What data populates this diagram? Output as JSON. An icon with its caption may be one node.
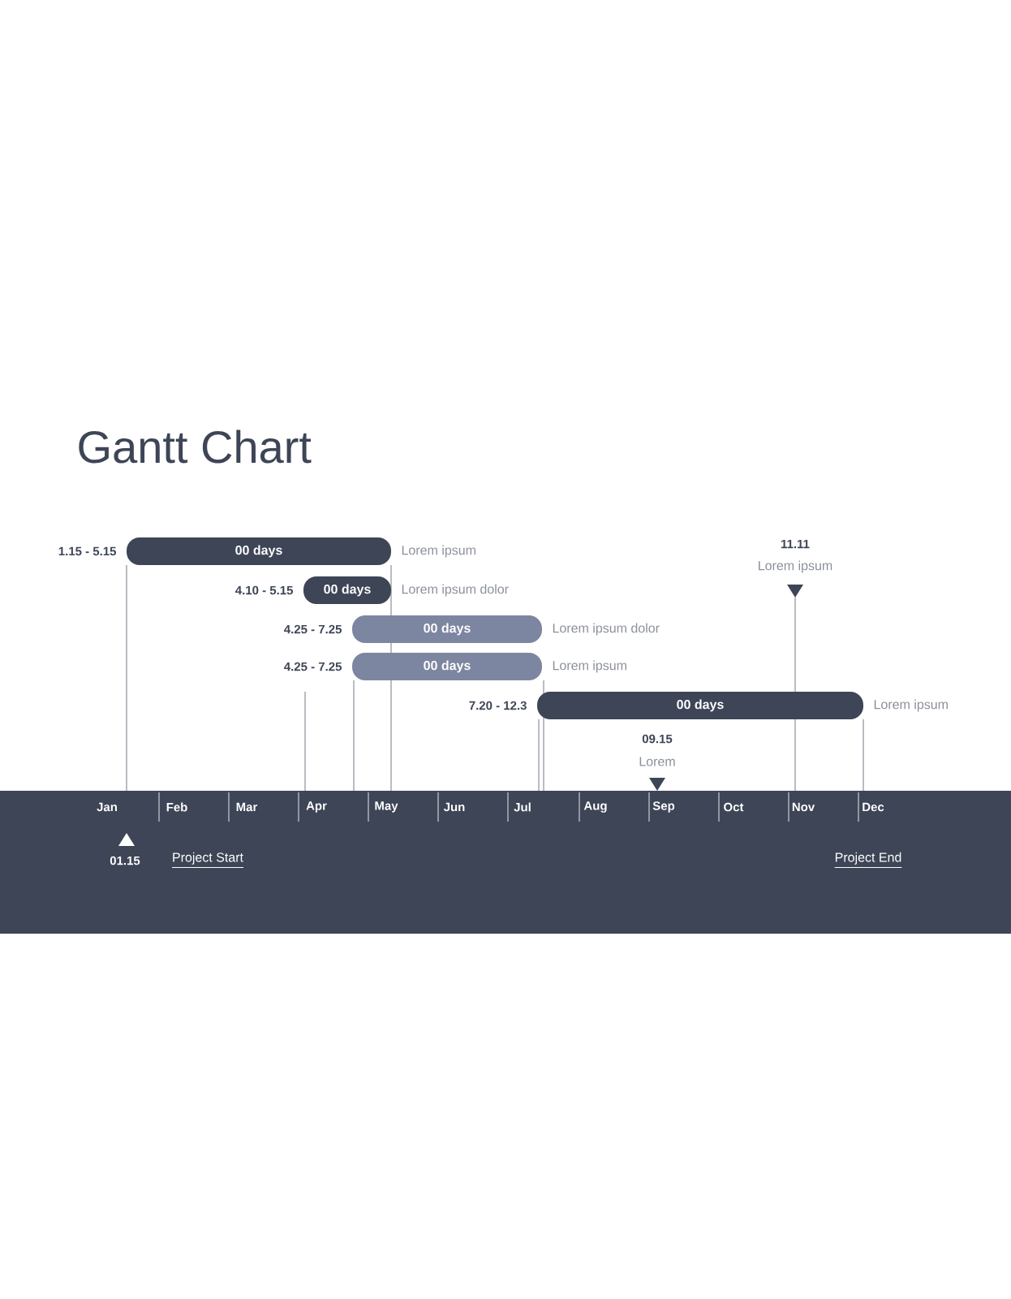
{
  "diagram": {
    "title": "Gantt Chart",
    "nodes": [
      {
        "text": [
          "00 days"
        ],
        "beside": [
          "1.15 - 5.15",
          "Lorem ipsum"
        ]
      },
      {
        "text": [
          "00 days"
        ],
        "beside": [
          "4.10 - 5.15",
          "Lorem ipsum dolor"
        ]
      },
      {
        "text": [
          "00 days"
        ],
        "beside": [
          "4.25 - 7.25",
          "Lorem ipsum dolor"
        ]
      },
      {
        "text": [
          "00 days"
        ],
        "beside": [
          "4.25 - 7.25",
          "Lorem ipsum"
        ]
      },
      {
        "text": [
          "00 days"
        ],
        "beside": [
          "7.20 - 12.3",
          "Lorem ipsum"
        ]
      }
    ],
    "labels": [
      "11.11",
      "Lorem ipsum",
      "09.15",
      "Lorem",
      "Jan",
      "Feb",
      "Mar",
      "Apr",
      "May",
      "Jun",
      "Jul",
      "Aug",
      "Sep",
      "Oct",
      "Nov",
      "Dec",
      "01.15",
      "Project Start",
      "Project End"
    ]
  }
}
